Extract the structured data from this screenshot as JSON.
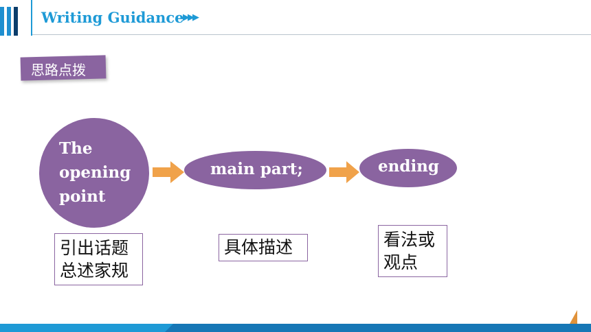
{
  "header": {
    "title": "Writing Guidance",
    "arrows": "▶▶▶"
  },
  "tag": {
    "label": "思路点拨"
  },
  "flow": {
    "step1": [
      "The",
      "opening",
      "point"
    ],
    "step2": "main part;",
    "step3": "ending"
  },
  "notes": {
    "note1": [
      "引出话题",
      "总述家规"
    ],
    "note2": "具体描述",
    "note3": [
      "看法或",
      "观点"
    ]
  },
  "colors": {
    "accent_blue": "#1e9ad6",
    "node_purple": "#8a64a0",
    "arrow_orange": "#f0a24a",
    "icon_orange": "#e0923a"
  }
}
